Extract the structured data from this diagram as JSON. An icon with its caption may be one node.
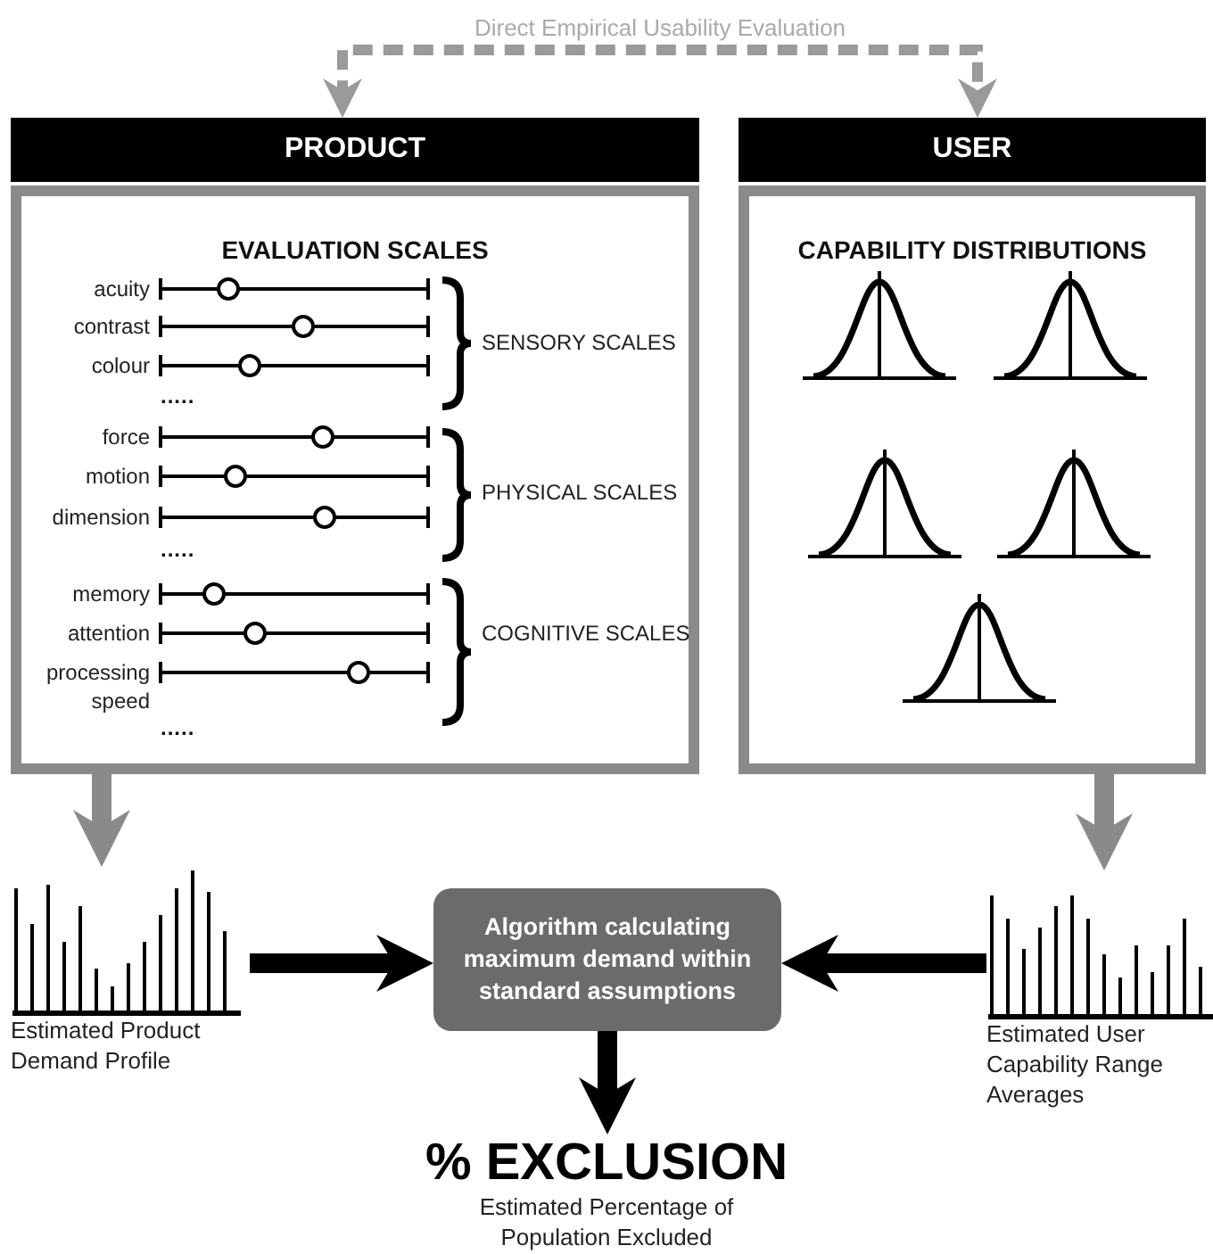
{
  "diagram": {
    "nodes": [
      {
        "text": [
          "PRODUCT",
          "EVALUATION SCALES"
        ]
      },
      {
        "text": [
          "USER",
          "CAPABILITY DISTRIBUTIONS"
        ]
      },
      {
        "text": [
          "Estimated Product Demand Profile"
        ]
      },
      {
        "text": [
          "Algorithm calculating maximum demand within standard assumptions"
        ]
      },
      {
        "text": [
          "Estimated User Capability Range Averages"
        ]
      },
      {
        "text": [
          "% EXCLUSION",
          "Estimated Percentage of Population Excluded"
        ]
      }
    ],
    "edges": [
      {
        "from": 0,
        "to": 1,
        "arrow": "both",
        "label": "Direct Empirical Usability Evaluation",
        "style": "dashed",
        "color": "#9a9a9a"
      },
      {
        "from": 0,
        "to": 2,
        "arrow": "to",
        "color": "#8a8a8a"
      },
      {
        "from": 1,
        "to": 4,
        "arrow": "to",
        "color": "#8a8a8a"
      },
      {
        "from": 2,
        "to": 3,
        "arrow": "to"
      },
      {
        "from": 4,
        "to": 3,
        "arrow": "to"
      },
      {
        "from": 3,
        "to": 5,
        "arrow": "to"
      }
    ],
    "labels": [
      "acuity",
      "contrast",
      "SENSORY SCALES",
      "colour",
      ".....",
      "force",
      "motion",
      "PHYSICAL SCALES",
      "dimension",
      ".....",
      "memory",
      "attention",
      "COGNITIVE SCALES",
      "processing speed",
      "....."
    ]
  }
}
